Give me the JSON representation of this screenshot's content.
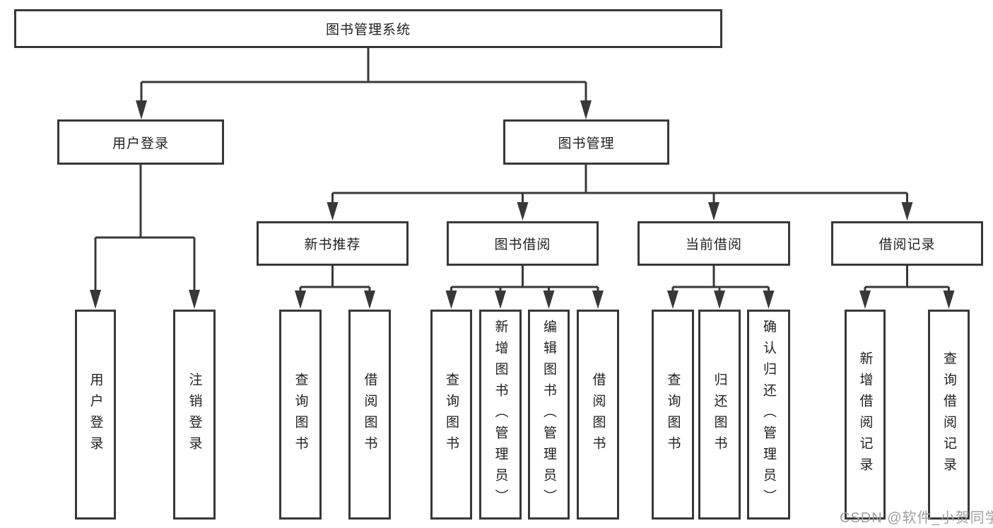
{
  "diagram_title": "图书管理系统",
  "watermark": "CSDN @软件_小贺同学",
  "colors": {
    "line": "#383838",
    "box_border": "#383838",
    "text": "#1f1f1f",
    "watermark": "#a0a0a0",
    "background": "#ffffff"
  },
  "tree": {
    "root": "图书管理系统",
    "branches": [
      {
        "label": "用户登录",
        "children": [
          "用户登录",
          "注销登录"
        ]
      },
      {
        "label": "图书管理",
        "groups": [
          {
            "label": "新书推荐",
            "children": [
              "查询图书",
              "借阅图书"
            ]
          },
          {
            "label": "图书借阅",
            "children": [
              "查询图书",
              "新增图书（管理员）",
              "编辑图书（管理员）",
              "借阅图书"
            ]
          },
          {
            "label": "当前借阅",
            "children": [
              "查询图书",
              "归还图书",
              "确认归还（管理员）"
            ]
          },
          {
            "label": "借阅记录",
            "children": [
              "新增借阅记录",
              "查询借阅记录"
            ]
          }
        ]
      }
    ]
  }
}
